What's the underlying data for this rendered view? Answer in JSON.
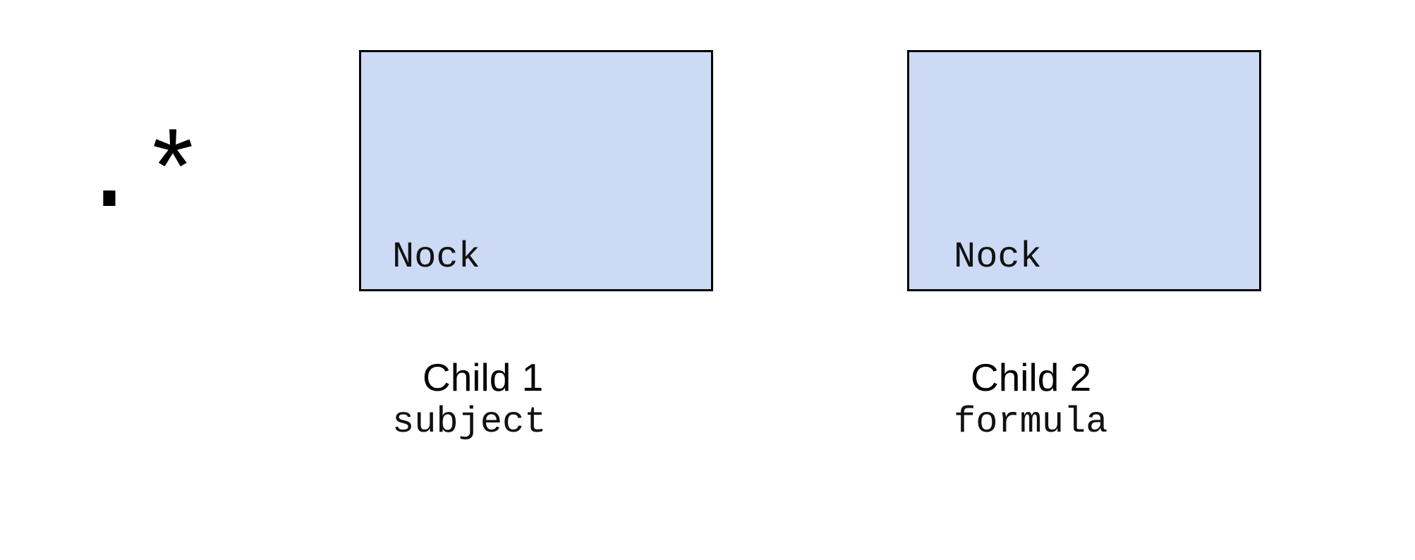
{
  "operator": {
    "text": ".*"
  },
  "boxes": [
    {
      "line1": "Nock",
      "line2": "subject",
      "fill": "#ccdaf5",
      "border": "#000000"
    },
    {
      "line1": "Nock",
      "line2": "formula",
      "fill": "#ccdaf5",
      "border": "#000000"
    }
  ],
  "labels": [
    {
      "text": "Child 1"
    },
    {
      "text": "Child 2"
    }
  ]
}
